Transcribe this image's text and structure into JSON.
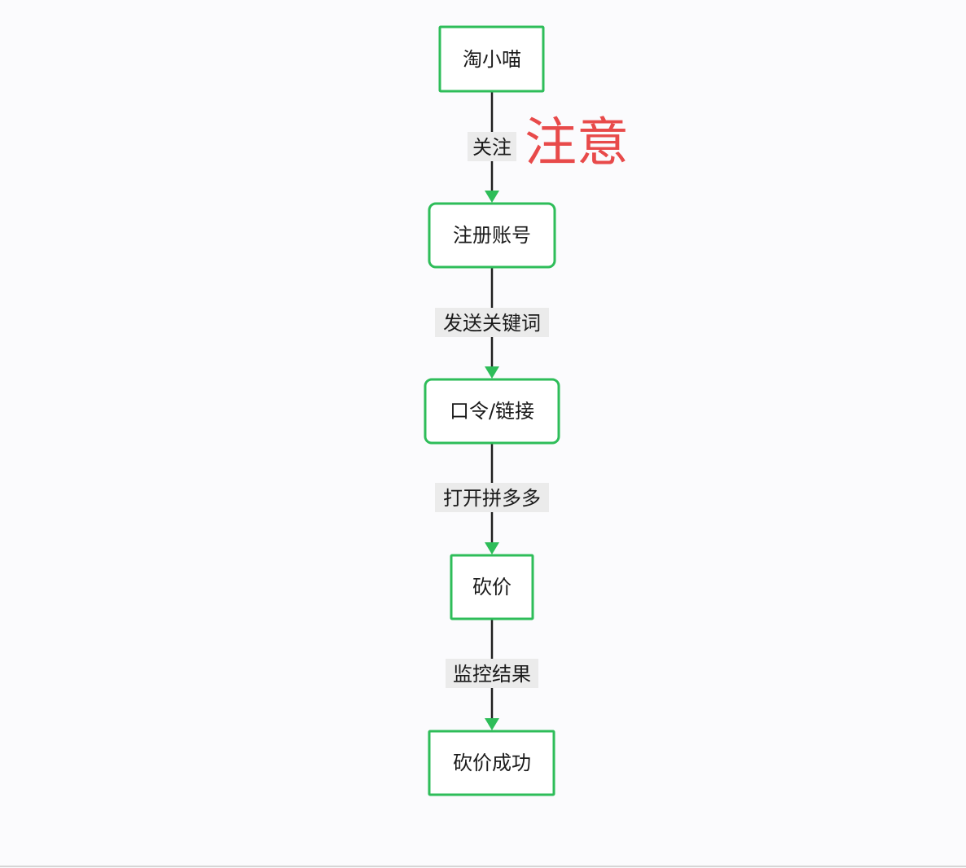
{
  "nodes": [
    {
      "id": "n1",
      "label": "淘小喵",
      "shape": "square"
    },
    {
      "id": "n2",
      "label": "注册账号",
      "shape": "rounded"
    },
    {
      "id": "n3",
      "label": "口令/链接",
      "shape": "rounded"
    },
    {
      "id": "n4",
      "label": "砍价",
      "shape": "square"
    },
    {
      "id": "n5",
      "label": "砍价成功",
      "shape": "square"
    }
  ],
  "edges": [
    {
      "from": "n1",
      "to": "n2",
      "label": "关注"
    },
    {
      "from": "n2",
      "to": "n3",
      "label": "发送关键词"
    },
    {
      "from": "n3",
      "to": "n4",
      "label": "打开拼多多"
    },
    {
      "from": "n4",
      "to": "n5",
      "label": "监控结果"
    }
  ],
  "annotation": {
    "text": "注意",
    "color": "#e84a4a"
  },
  "colors": {
    "node_border": "#2ebd59",
    "arrow_head": "#2ebd59",
    "edge_line": "#1f1f1f",
    "label_background": "#ebebeb",
    "page_background": "#fbfbfd"
  }
}
